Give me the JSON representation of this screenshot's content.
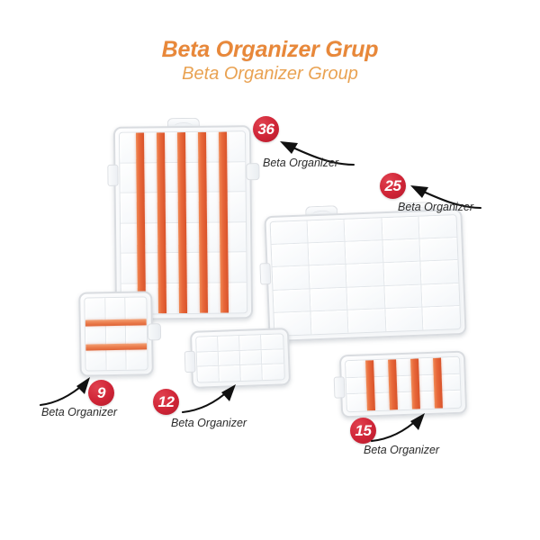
{
  "heading": {
    "title": "Beta Organizer Grup",
    "subtitle": "Beta Organizer Group",
    "title_color": "#e8883a",
    "subtitle_color": "#e9a252"
  },
  "palette": {
    "background": "#ffffff",
    "badge_red": "#cf2436",
    "divider_orange": "#e8683a",
    "plastic_gray": "#d9dce0",
    "label_text": "#2b2b2b"
  },
  "products": [
    {
      "id": "organizer-36",
      "badge": "36",
      "label": "Beta Organizer",
      "compartments": 36,
      "columns": 6,
      "rows": 6,
      "divider_color": "orange",
      "divider_orientation": "vertical",
      "divider_count": 5
    },
    {
      "id": "organizer-25",
      "badge": "25",
      "label": "Beta Organizer",
      "compartments": 25,
      "columns": 5,
      "rows": 5,
      "divider_color": "clear",
      "divider_orientation": "none",
      "divider_count": 0
    },
    {
      "id": "organizer-9",
      "badge": "9",
      "label": "Beta Organizer",
      "compartments": 9,
      "columns": 3,
      "rows": 3,
      "divider_color": "orange",
      "divider_orientation": "horizontal",
      "divider_count": 2
    },
    {
      "id": "organizer-12",
      "badge": "12",
      "label": "Beta Organizer",
      "compartments": 12,
      "columns": 4,
      "rows": 3,
      "divider_color": "clear",
      "divider_orientation": "none",
      "divider_count": 0
    },
    {
      "id": "organizer-15",
      "badge": "15",
      "label": "Beta Organizer",
      "compartments": 15,
      "columns": 5,
      "rows": 3,
      "divider_color": "orange",
      "divider_orientation": "vertical",
      "divider_count": 4
    }
  ]
}
